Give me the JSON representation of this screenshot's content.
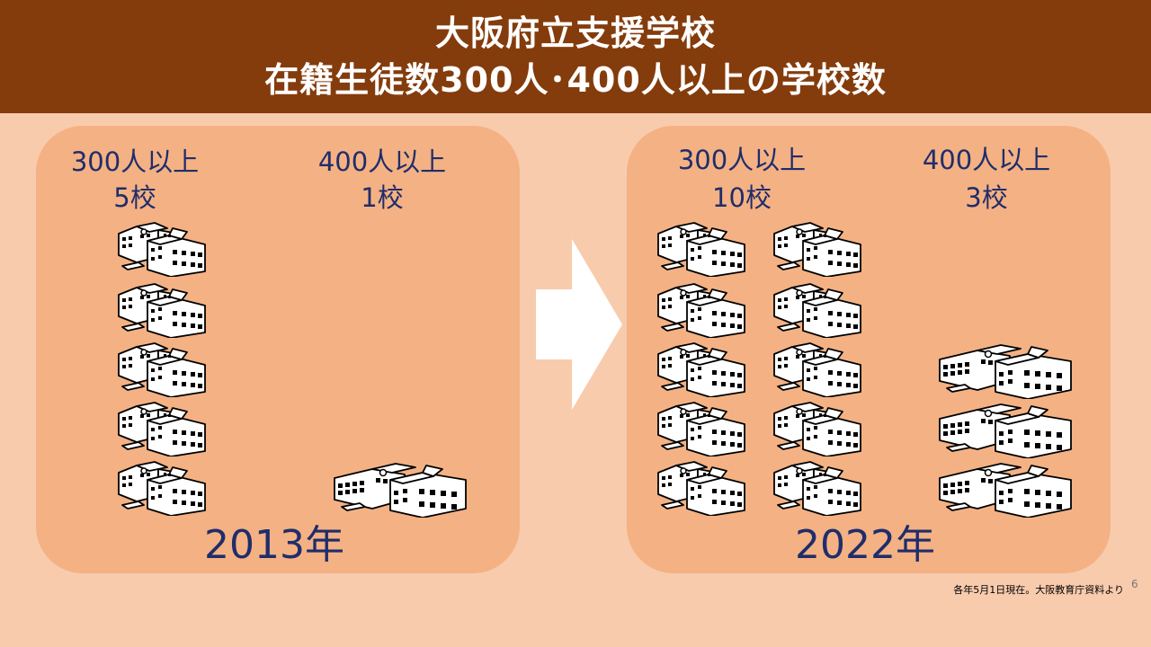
{
  "header": {
    "title_line1": "大阪府立支援学校",
    "title_line2": "在籍生徒数300人･400人以上の学校数"
  },
  "panel_2013": {
    "label_300": "300人以上",
    "count_300": "5校",
    "label_400": "400人以上",
    "count_400": "1校",
    "year": "2013年",
    "schools_300": 5,
    "schools_400": 1
  },
  "panel_2022": {
    "label_300": "300人以上",
    "count_300": "10校",
    "label_400": "400人以上",
    "count_400": "3校",
    "year": "2022年",
    "schools_300": 10,
    "schools_400": 3
  },
  "footer": {
    "source_note": "各年5月1日現在。大阪教育庁資料より",
    "page_number": "6"
  },
  "colors": {
    "header_bg": "#843c0c",
    "slide_bg": "#f8cbad",
    "panel_bg": "#f4b183",
    "text_navy": "#1f2d6b"
  },
  "icons": {
    "school_small": "school-building-icon",
    "school_large": "large-school-building-icon",
    "arrow": "arrow-right-icon"
  }
}
